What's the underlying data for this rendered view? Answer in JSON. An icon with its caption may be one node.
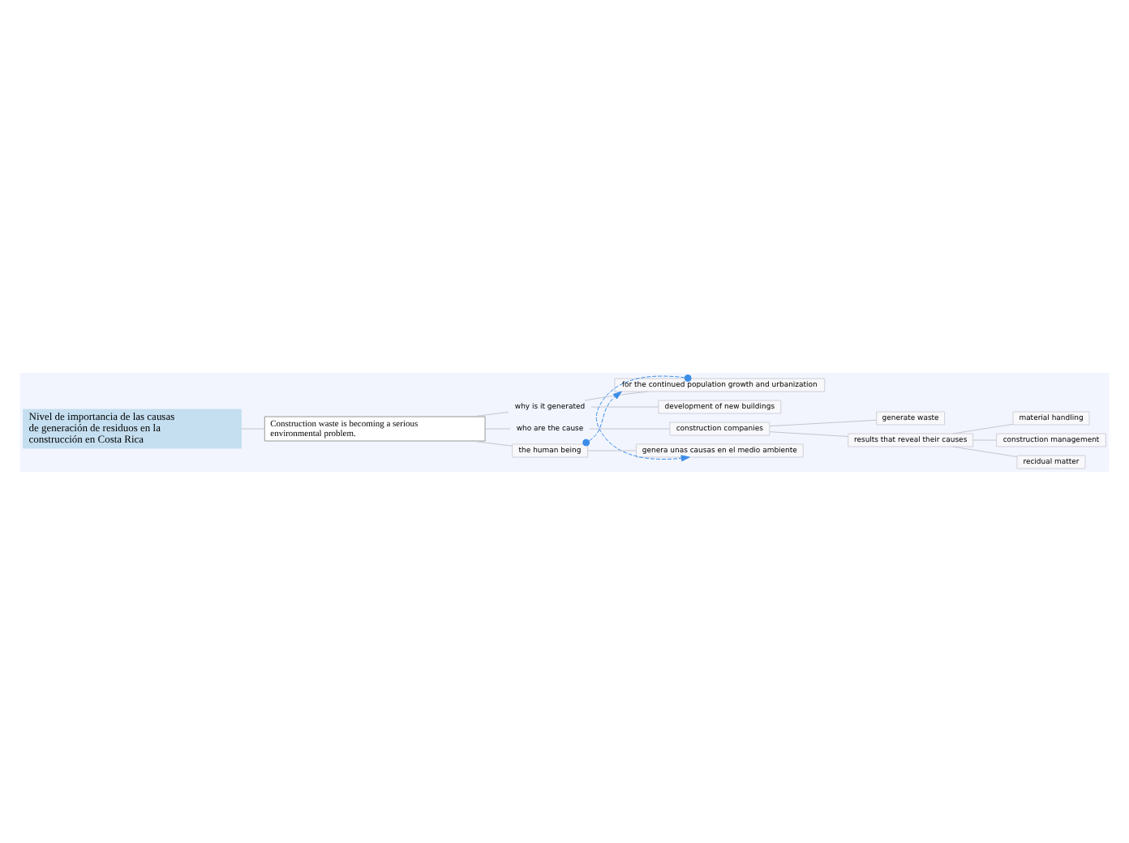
{
  "diagram": {
    "nodes": [
      {
        "text": [
          "Nivel de importancia de las causas de generación de residuos en la construcción en Costa Rica"
        ]
      },
      {
        "text": [
          "Construction waste is becoming a serious environmental problem."
        ]
      },
      {
        "text": [
          "why is it generated"
        ]
      },
      {
        "text": [
          "for the continued population growth and urbanization"
        ]
      },
      {
        "text": [
          "development of new buildings"
        ]
      },
      {
        "text": [
          "who are the cause"
        ]
      },
      {
        "text": [
          "construction companies"
        ]
      },
      {
        "text": [
          "generate waste"
        ]
      },
      {
        "text": [
          "results that reveal their causes"
        ]
      },
      {
        "text": [
          "material handling"
        ]
      },
      {
        "text": [
          "construction management"
        ]
      },
      {
        "text": [
          "recidual matter"
        ]
      },
      {
        "text": [
          "the human being"
        ]
      },
      {
        "text": [
          "genera unas causas en el medio ambiente"
        ]
      }
    ],
    "edges": [
      {
        "from": 0,
        "to": 1,
        "arrow": "none"
      },
      {
        "from": 1,
        "to": 2,
        "arrow": "none"
      },
      {
        "from": 2,
        "to": 3,
        "arrow": "none"
      },
      {
        "from": 2,
        "to": 4,
        "arrow": "none"
      },
      {
        "from": 1,
        "to": 5,
        "arrow": "none"
      },
      {
        "from": 5,
        "to": 6,
        "arrow": "none"
      },
      {
        "from": 6,
        "to": 7,
        "arrow": "none"
      },
      {
        "from": 6,
        "to": 8,
        "arrow": "none"
      },
      {
        "from": 8,
        "to": 9,
        "arrow": "none"
      },
      {
        "from": 8,
        "to": 10,
        "arrow": "none"
      },
      {
        "from": 8,
        "to": 11,
        "arrow": "none"
      },
      {
        "from": 1,
        "to": 12,
        "arrow": "none"
      },
      {
        "from": 12,
        "to": 13,
        "arrow": "none"
      },
      {
        "from": 12,
        "to": 3,
        "arrow": "to",
        "style": "dashed",
        "color": "#3b8ee8"
      },
      {
        "from": 3,
        "to": 13,
        "arrow": "to",
        "style": "dashed",
        "color": "#3b8ee8"
      }
    ]
  }
}
